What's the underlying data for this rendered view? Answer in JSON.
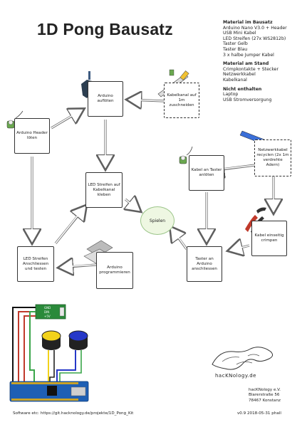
{
  "title": "1D Pong Bausatz",
  "info": {
    "kit_heading": "Material im Bausatz",
    "kit_items": [
      "Arduino Nano V3.0 + Header",
      "USB Mini Kabel",
      "LED Streifen (27x WS2812b)",
      "Taster Gelb",
      "Taster Blau",
      "3 x halbe Jumper Kabel"
    ],
    "stand_heading": "Material am Stand",
    "stand_items": [
      "Crimpkontakte + Stecker",
      "Netzwerkkabel",
      "Kabelkanal"
    ],
    "missing_heading": "Nicht enthalten",
    "missing_items": [
      "Laptop",
      "USB Stromversorgung"
    ]
  },
  "steps": {
    "arduino_aufloeten": "Arduino auflöten",
    "kabelkanal": "Kabelkanal auf 1m zuschneiden",
    "header_loeten": "Arduino Header löten",
    "led_kleben": "LED Streifen auf Kabelkanal kleben",
    "netzwerkkabel": "Netzwerkkabel recyclen (2x 1m verdrehte Adern)",
    "kabel_taster": "Kabel an Taster anlöten",
    "crimpen": "Kabel einseitig crimpen",
    "spielen": "Spielen",
    "led_anschliessen": "LED Streifen Anschliessen und testen",
    "programmieren": "Arduino programmieren",
    "taster_anschliessen": "Taster an Arduino anschliessen"
  },
  "pcb": {
    "pin1": "GND",
    "pin2": "DIN",
    "pin3": "+5V"
  },
  "logo_text": "hacKNology.de",
  "address": [
    "hacKNology e.V.",
    "Blarerstraße 56",
    "78467 Konstanz"
  ],
  "footer_left": "Software etc: https://git.hacknology.de/projekte/1D_Pong_Kit",
  "footer_right": "v0.9 2018-05-31 phall",
  "colors": {
    "spielen_fill": "#eef7e2",
    "yellow_button": "#f2d21b",
    "blue_button": "#2638c8",
    "arduino_blue": "#1e5fb4"
  }
}
